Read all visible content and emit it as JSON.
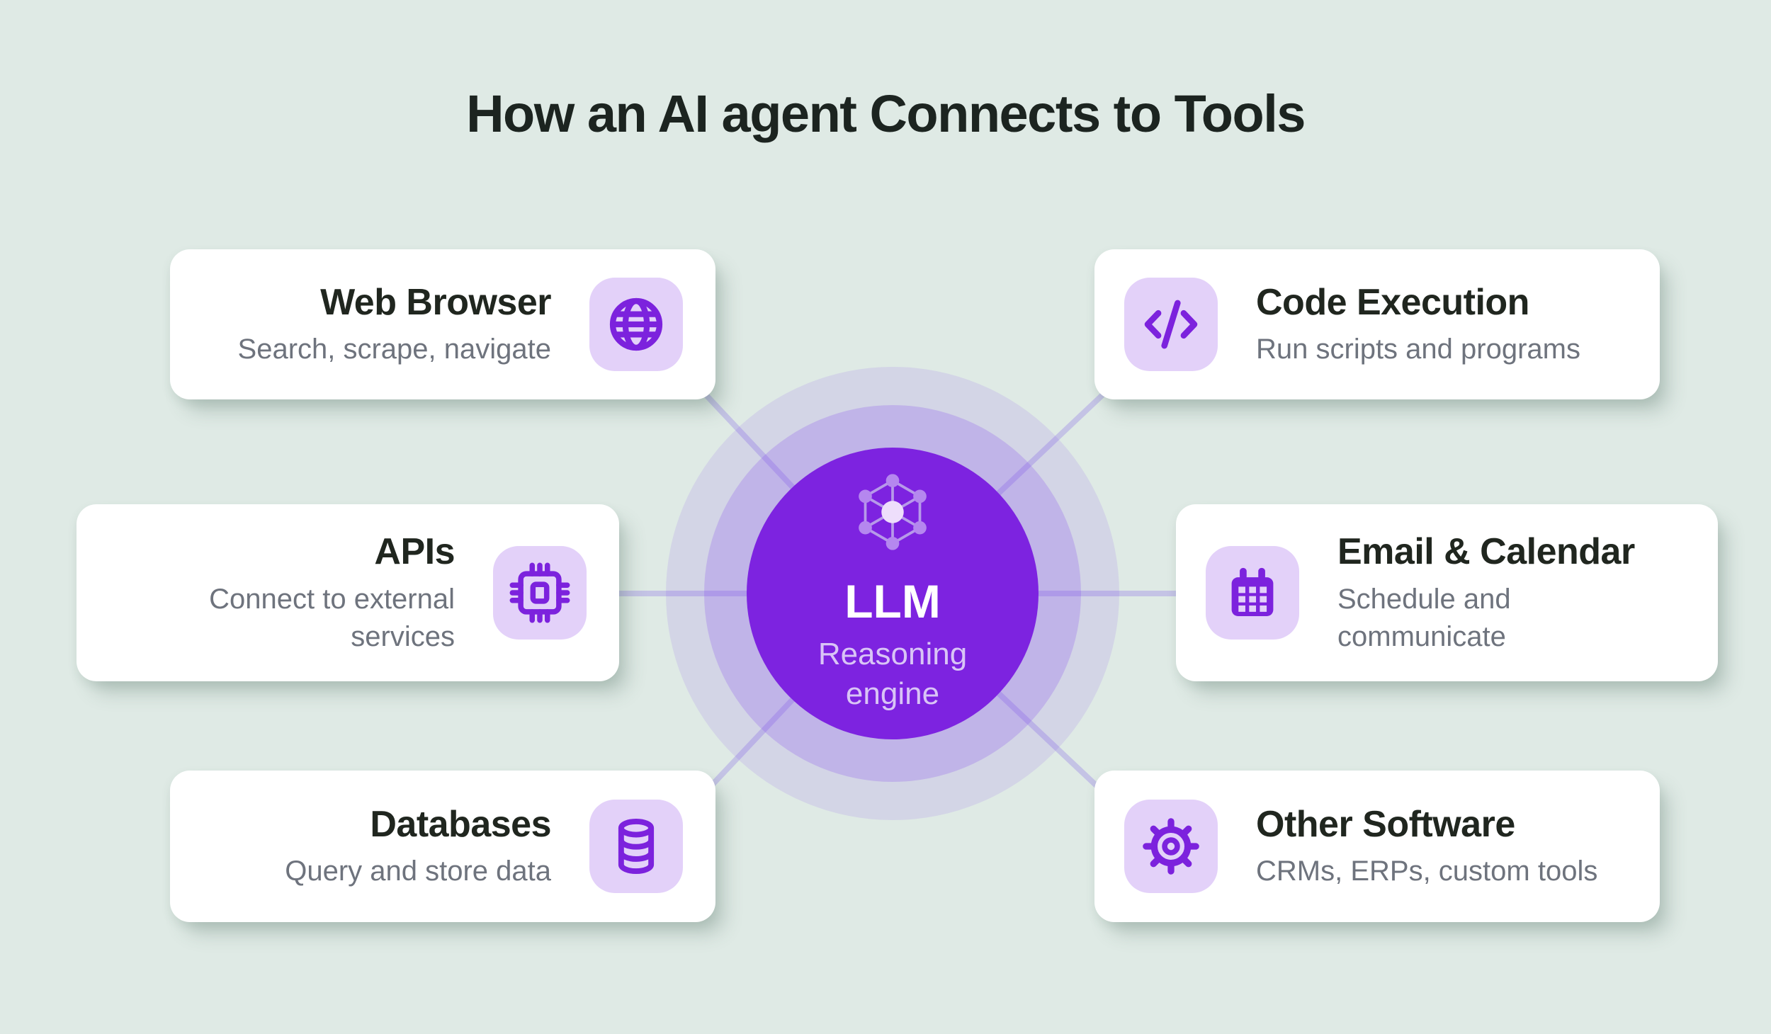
{
  "title": "How an AI agent Connects to Tools",
  "center": {
    "title": "LLM",
    "subtitle": "Reasoning engine",
    "icon": "network-nodes-icon"
  },
  "cards": [
    {
      "id": "web-browser",
      "title": "Web Browser",
      "subtitle": "Search, scrape, navigate",
      "icon": "globe-icon",
      "side": "left"
    },
    {
      "id": "apis",
      "title": "APIs",
      "subtitle": "Connect to external services",
      "icon": "chip-icon",
      "side": "left"
    },
    {
      "id": "databases",
      "title": "Databases",
      "subtitle": "Query and store data",
      "icon": "database-icon",
      "side": "left"
    },
    {
      "id": "code-execution",
      "title": "Code Execution",
      "subtitle": "Run scripts and programs",
      "icon": "code-icon",
      "side": "right"
    },
    {
      "id": "email-calendar",
      "title": "Email & Calendar",
      "subtitle": "Schedule and communicate",
      "icon": "calendar-icon",
      "side": "right"
    },
    {
      "id": "other-software",
      "title": "Other Software",
      "subtitle": "CRMs, ERPs, custom tools",
      "icon": "gear-icon",
      "side": "right"
    }
  ],
  "colors": {
    "background": "#dfeae5",
    "card": "#ffffff",
    "accent": "#7d23e0",
    "iconpurple": "#7c22dd",
    "iconbg": "#e3d1f9",
    "heading": "#1c2420",
    "cardtitle": "#20261f",
    "subtitle": "#6e737d",
    "llmtext": "#ffffff",
    "llmsub": "#d9c4f6"
  }
}
